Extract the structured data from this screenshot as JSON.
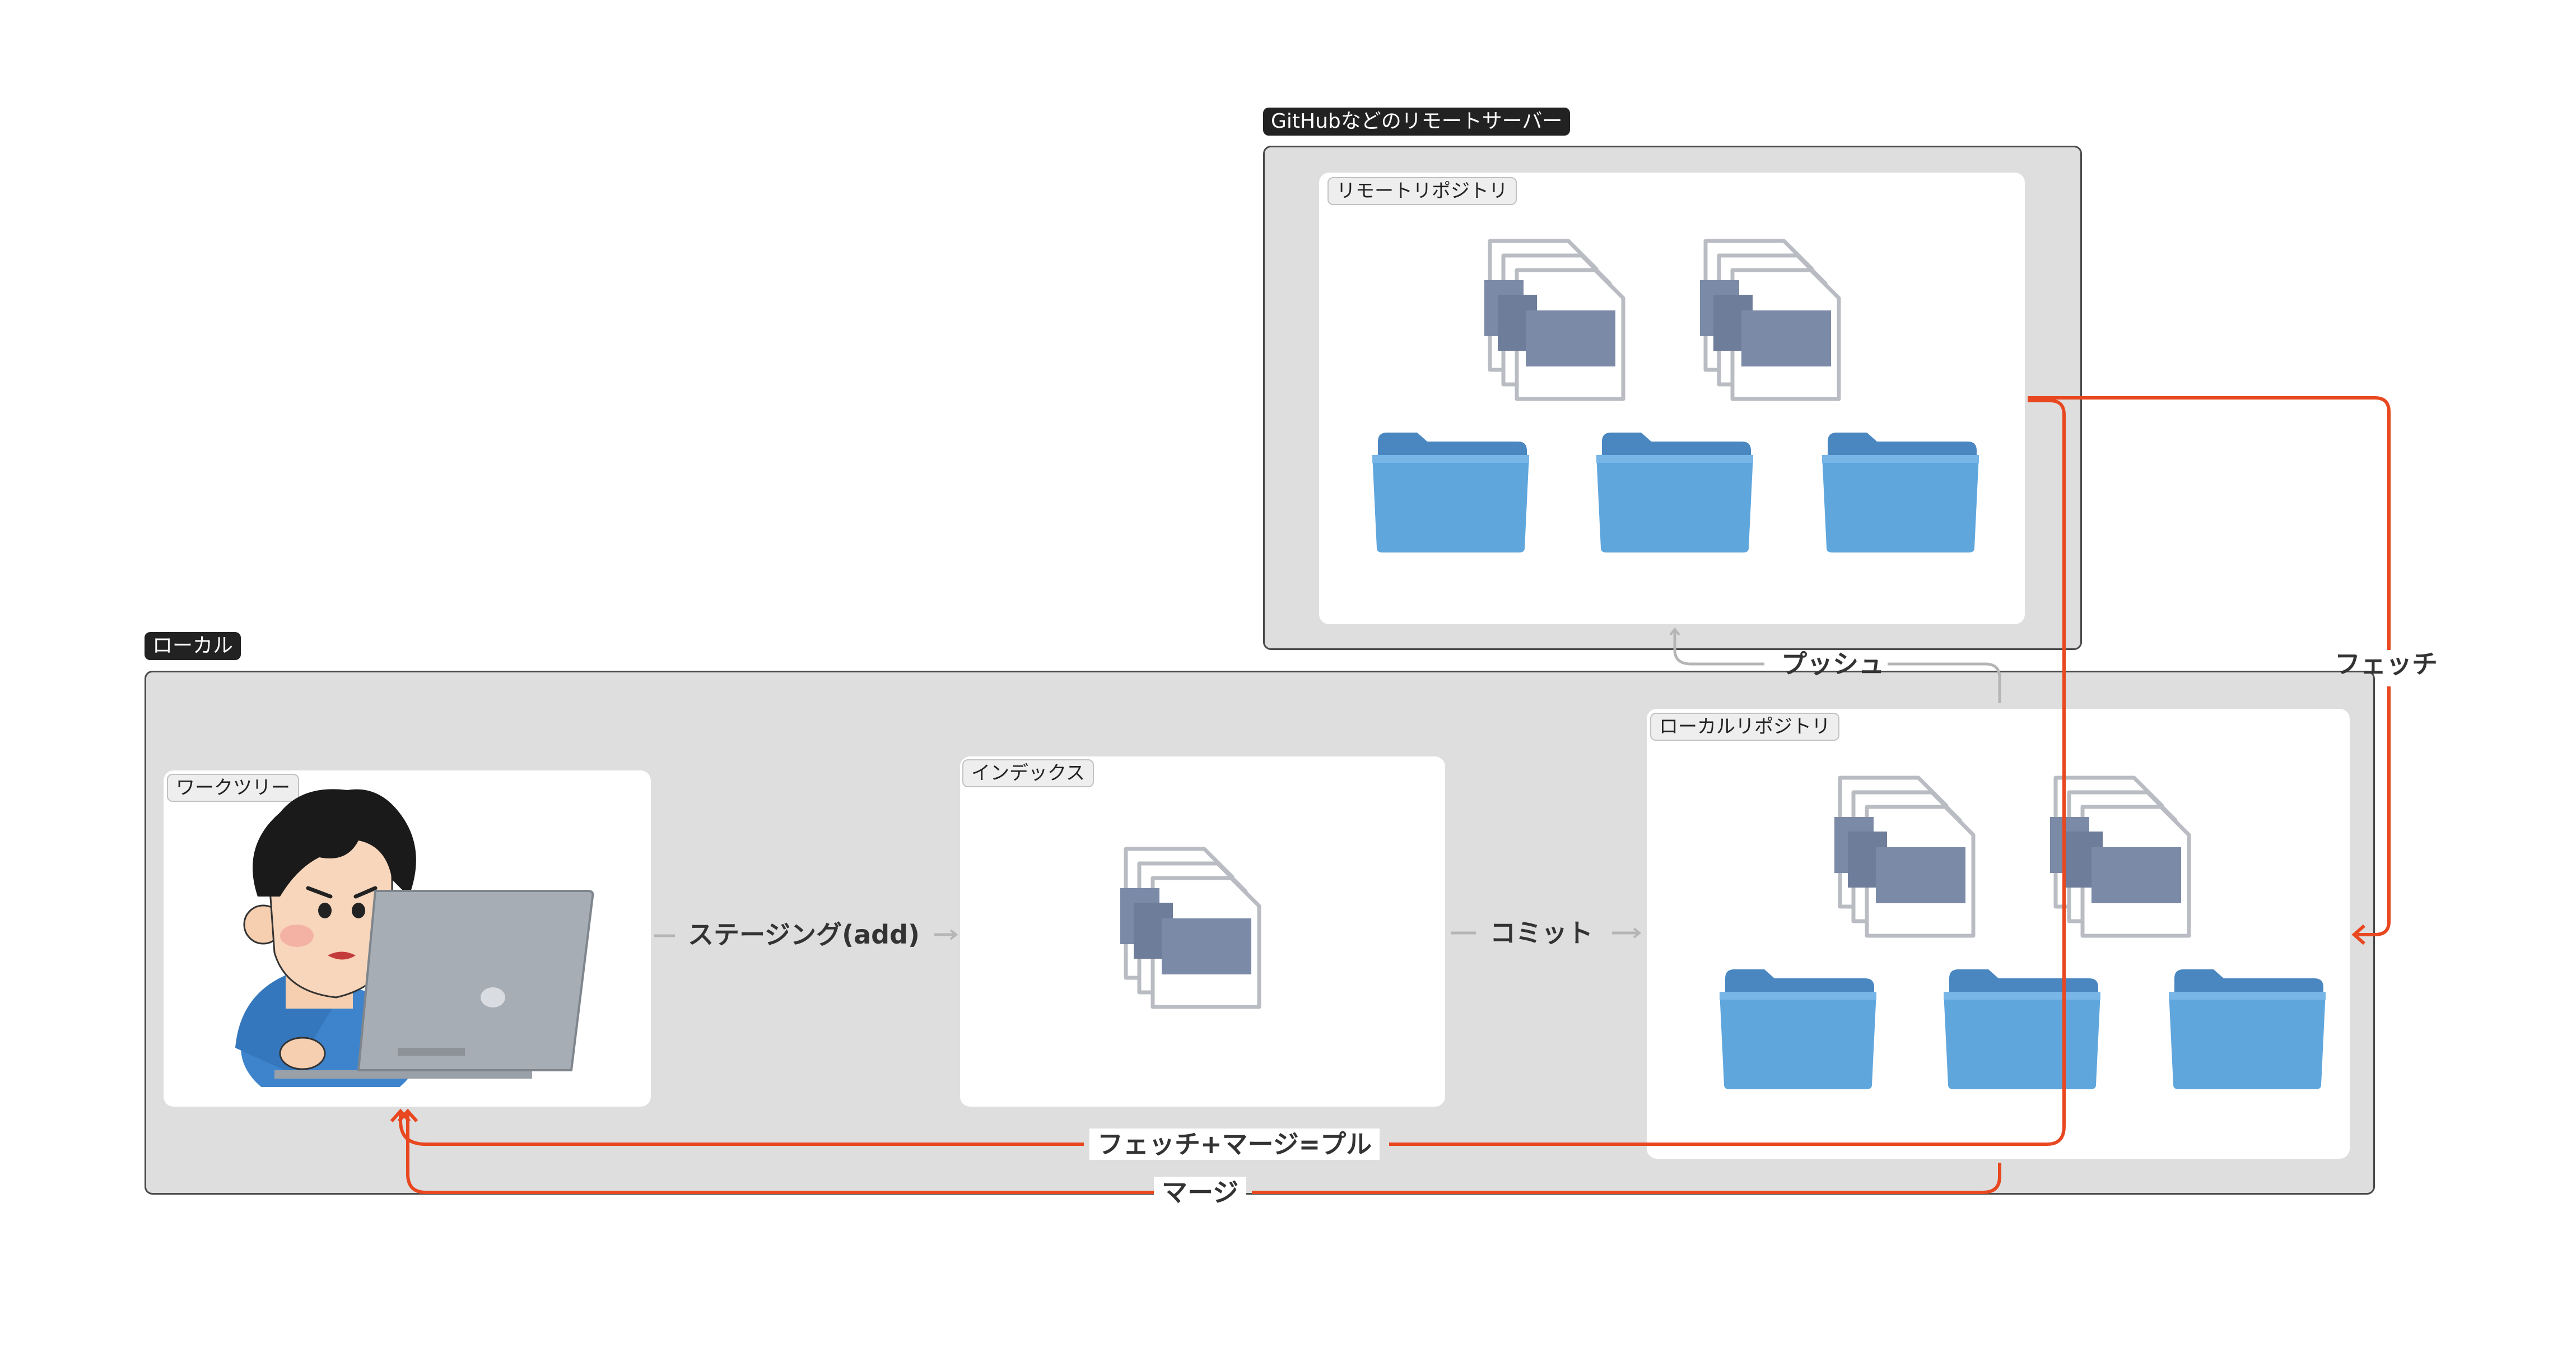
{
  "remote": {
    "tag": "GitHubなどのリモートサーバー",
    "repo_tag": "リモートリポジトリ"
  },
  "local": {
    "tag": "ローカル",
    "worktree_tag": "ワークツリー",
    "index_tag": "インデックス",
    "repo_tag": "ローカルリポジトリ"
  },
  "arrows": {
    "staging": "ステージング(add)",
    "commit": "コミット",
    "push": "プッシュ",
    "fetch": "フェッチ",
    "pull": "フェッチ+マージ=プル",
    "merge": "マージ"
  },
  "colors": {
    "red_arrow": "#e8471f",
    "gray_arrow": "#b5b5b5",
    "folder": "#5fa6dd",
    "document_body": "#7b8aa6",
    "frame_bg": "#dedede"
  }
}
